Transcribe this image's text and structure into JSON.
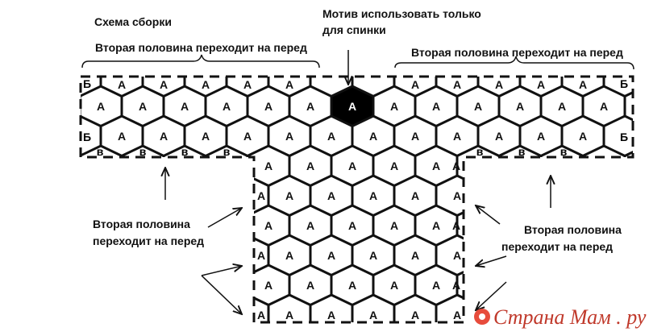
{
  "title": "Схема сборки",
  "motif_note": {
    "line1": "Мотив использовать только",
    "line2": "для спинки"
  },
  "top_left_note": "Вторая половина переходит на перед",
  "top_right_note": "Вторая половина переходит на перед",
  "side_left_note": {
    "line1": "Вторая половина",
    "line2": "переходит на перед"
  },
  "side_right_note": {
    "line1": "Вторая половина",
    "line2": "переходит на перед"
  },
  "hex_label": "А",
  "edge_label_b": "Б",
  "edge_label_v": "в",
  "watermark": "Страна Мам . ру",
  "colors": {
    "line": "#111111",
    "special_motif": "#000000",
    "watermark": "#c0392b"
  }
}
